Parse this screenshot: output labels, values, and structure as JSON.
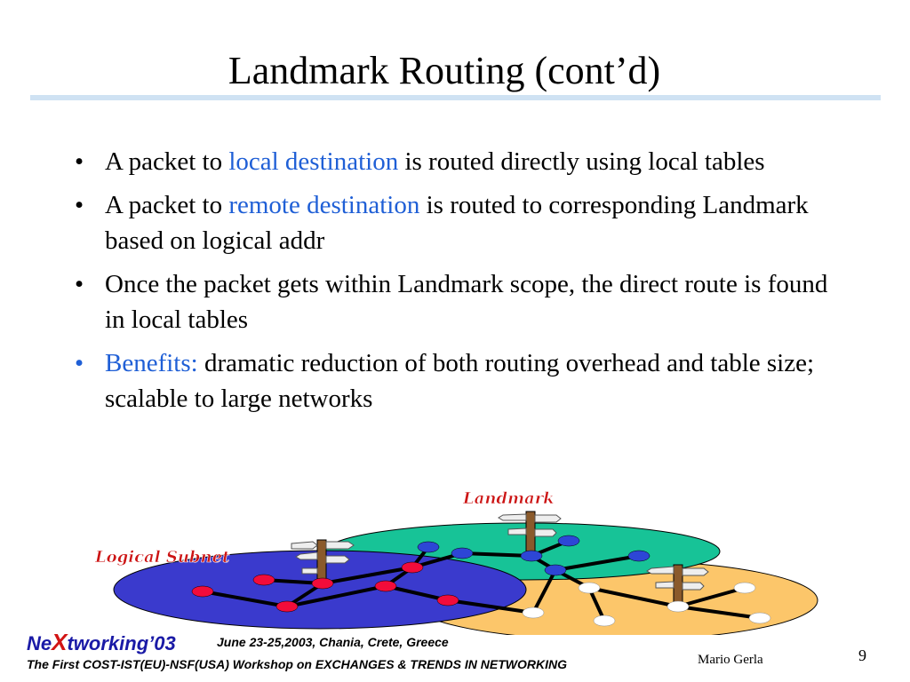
{
  "slide": {
    "title": "Landmark Routing (cont’d)",
    "bullets": [
      {
        "before": "A packet to ",
        "highlight": "local destination",
        "after": " is routed directly using local tables"
      },
      {
        "before": "A packet to ",
        "highlight": "remote destination",
        "after": " is routed to corresponding Landmark based on logical addr"
      },
      {
        "before": "Once the packet gets within Landmark scope, the direct route is found in local tables",
        "highlight": "",
        "after": ""
      },
      {
        "before": "",
        "highlight": "Benefits:",
        "after": " dramatic reduction of both routing overhead and table size;  scalable to large networks"
      }
    ]
  },
  "diagram": {
    "landmark_label": "Landmark",
    "subnet_label": "Logical Subnet",
    "colors": {
      "blue_subnet": "#3a3acd",
      "green_subnet": "#17c397",
      "orange_subnet": "#fcc66a",
      "red_node": "#f20c3a",
      "blue_node": "#2d46d6",
      "white_node": "#ffffff",
      "label_red": "#cc1414"
    }
  },
  "footer": {
    "brand_pre": "Ne",
    "brand_x": "X",
    "brand_post": "tworking’03",
    "date": "June 23-25,2003, Chania, Crete, Greece",
    "workshop": "The First COST-IST(EU)-NSF(USA) Workshop on EXCHANGES & TRENDS IN NETWORKING",
    "author": "Mario Gerla",
    "page": "9"
  }
}
